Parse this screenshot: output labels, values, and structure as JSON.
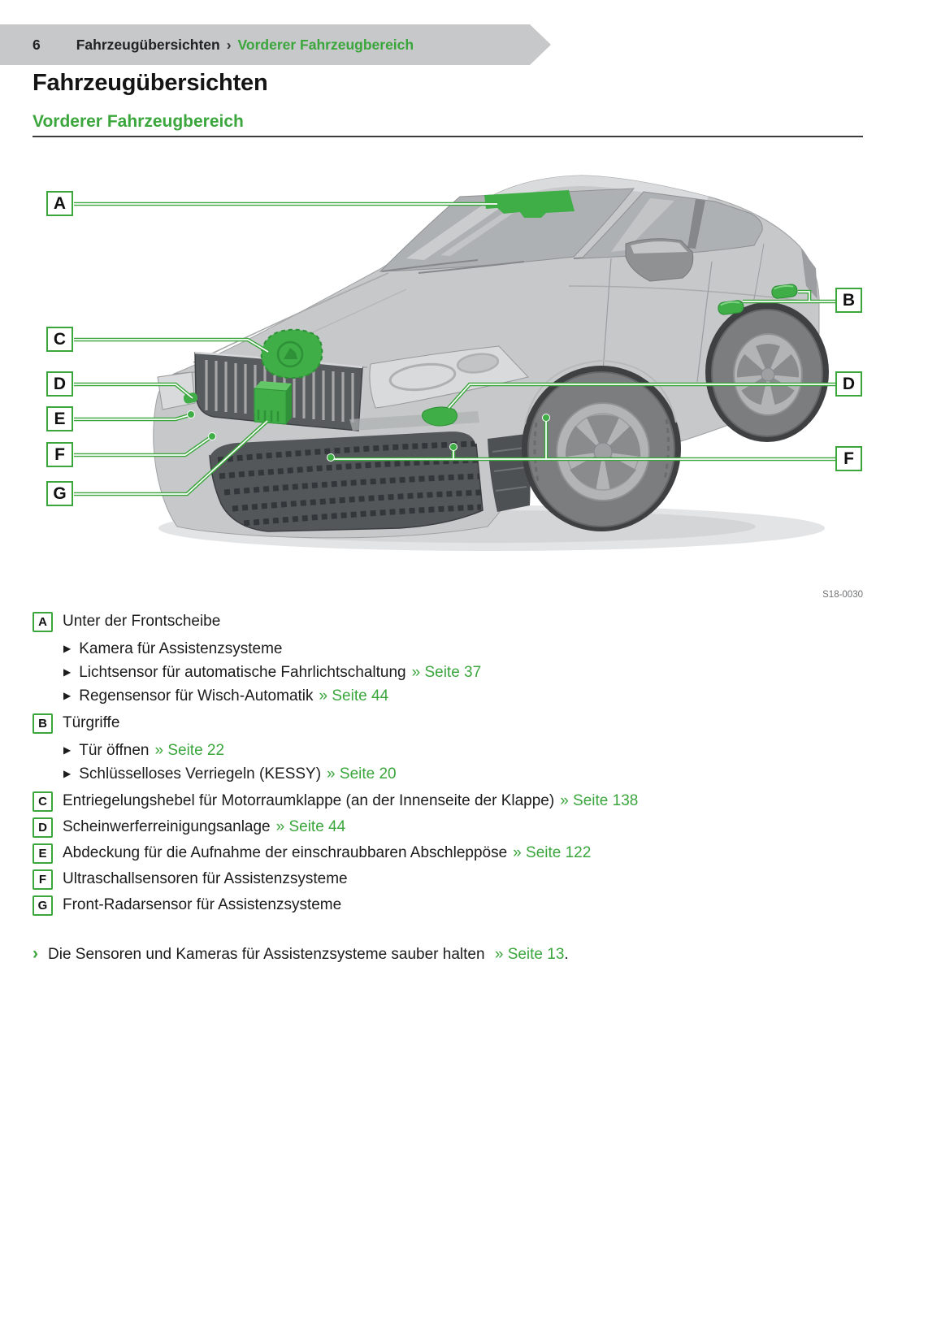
{
  "header": {
    "page_number": "6",
    "section": "Fahrzeugübersichten",
    "separator": "›",
    "subsection": "Vorderer Fahrzeugbereich"
  },
  "title": "Fahrzeugübersichten",
  "subtitle": "Vorderer Fahrzeugbereich",
  "figure": {
    "code": "S18-0030",
    "callouts": [
      "A",
      "B",
      "C",
      "D",
      "E",
      "F",
      "G"
    ]
  },
  "legend": [
    {
      "letter": "A",
      "label": "Unter der Frontscheibe",
      "link": "",
      "subitems": [
        {
          "text": "Kamera für Assistenzsysteme",
          "link": ""
        },
        {
          "text": "Lichtsensor für automatische Fahrlichtschaltung",
          "link": "» Seite 37"
        },
        {
          "text": "Regensensor für Wisch-Automatik",
          "link": "» Seite 44"
        }
      ]
    },
    {
      "letter": "B",
      "label": "Türgriffe",
      "link": "",
      "subitems": [
        {
          "text": "Tür öffnen",
          "link": "» Seite 22"
        },
        {
          "text": "Schlüsselloses Verriegeln (KESSY)",
          "link": "» Seite 20"
        }
      ]
    },
    {
      "letter": "C",
      "label": "Entriegelungshebel für Motorraumklappe (an der Innenseite der Klappe)",
      "link": "» Seite 138"
    },
    {
      "letter": "D",
      "label": "Scheinwerferreinigungsanlage",
      "link": "» Seite 44"
    },
    {
      "letter": "E",
      "label": "Abdeckung für die Aufnahme der einschraubbaren Abschleppöse",
      "link": "» Seite 122"
    },
    {
      "letter": "F",
      "label": "Ultraschallsensoren für Assistenzsysteme",
      "link": ""
    },
    {
      "letter": "G",
      "label": "Front-Radarsensor für Assistenzsysteme",
      "link": ""
    }
  ],
  "note": {
    "marker": "›",
    "text": "Die Sensoren und Kameras für Assistenzsysteme sauber halten",
    "link": "» Seite 13",
    "suffix": "."
  },
  "icons": {
    "bullet_triangle": "▶"
  },
  "colors": {
    "accent_green": "#3aa63c",
    "highlight_green": "#3fae47",
    "bar_gray": "#c7c8c9",
    "body_gray": "#c6c8ca"
  }
}
